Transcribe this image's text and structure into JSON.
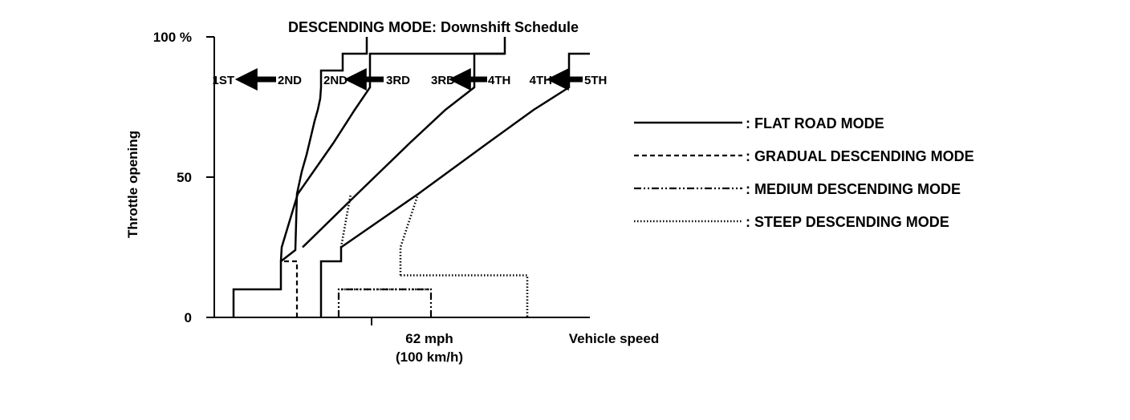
{
  "chart_data": {
    "type": "line",
    "title": "DESCENDING MODE: Downshift Schedule",
    "xlabel": "Vehicle speed",
    "ylabel": "Throttle opening",
    "ylim": [
      0,
      100
    ],
    "y_ticks": [
      {
        "value": 0,
        "label": "0"
      },
      {
        "value": 50,
        "label": "50"
      },
      {
        "value": 100,
        "label": "100 %"
      }
    ],
    "x_marker": {
      "label_line1": "62 mph",
      "label_line2": "(100 km/h)"
    },
    "gear_shift_labels": [
      {
        "from": "2ND",
        "to": "1ST"
      },
      {
        "from": "3RD",
        "to": "2ND"
      },
      {
        "from": "4TH",
        "to": "3RD"
      },
      {
        "from": "5TH",
        "to": "4TH"
      }
    ],
    "legend": {
      "position": "right",
      "entries": [
        {
          "key": "flat",
          "label": ": FLAT ROAD MODE",
          "style": "solid"
        },
        {
          "key": "gradual",
          "label": ": GRADUAL DESCENDING MODE",
          "style": "dashed"
        },
        {
          "key": "medium",
          "label": ": MEDIUM DESCENDING MODE",
          "style": "dash-dot-dot"
        },
        {
          "key": "steep",
          "label": ": STEEP DESCENDING MODE",
          "style": "dotted"
        }
      ]
    },
    "series": [
      {
        "key": "flat",
        "style": "solid",
        "curve": "2-1",
        "points": [
          [
            24,
            0
          ],
          [
            24,
            10
          ],
          [
            83,
            10
          ],
          [
            83,
            20
          ],
          [
            92,
            22
          ],
          [
            101,
            24
          ],
          [
            103,
            44
          ],
          [
            109,
            52
          ],
          [
            115,
            58
          ],
          [
            120,
            64
          ],
          [
            125,
            70
          ],
          [
            129,
            74
          ],
          [
            132,
            78
          ],
          [
            133,
            82
          ],
          [
            133,
            88
          ],
          [
            160,
            88
          ],
          [
            160,
            94
          ],
          [
            190,
            94
          ],
          [
            190,
            100
          ]
        ]
      },
      {
        "key": "flat",
        "style": "solid",
        "curve": "3-2",
        "points": [
          [
            83,
            20
          ],
          [
            84,
            25
          ],
          [
            104,
            44
          ],
          [
            148,
            62
          ],
          [
            175,
            74
          ],
          [
            194,
            82
          ],
          [
            194,
            94
          ],
          [
            362,
            94
          ],
          [
            362,
            100
          ]
        ]
      },
      {
        "key": "flat",
        "style": "solid",
        "curve": "4-3",
        "points": [
          [
            110,
            25
          ],
          [
            178,
            44
          ],
          [
            243,
            62
          ],
          [
            288,
            74
          ],
          [
            324,
            82
          ],
          [
            324,
            94
          ],
          [
            362,
            94
          ]
        ]
      },
      {
        "key": "flat",
        "style": "solid",
        "curve": "5-4",
        "points": [
          [
            133,
            0
          ],
          [
            133,
            20
          ],
          [
            158,
            20
          ],
          [
            158,
            25
          ],
          [
            254,
            44
          ],
          [
            340,
            62
          ],
          [
            398,
            74
          ],
          [
            442,
            82
          ],
          [
            442,
            94
          ],
          [
            468,
            94
          ]
        ]
      },
      {
        "key": "gradual",
        "style": "dashed",
        "curve": "5-4 low",
        "points": [
          [
            103,
            0
          ],
          [
            103,
            20
          ],
          [
            83,
            20
          ]
        ]
      },
      {
        "key": "medium",
        "style": "dash-dot-dot",
        "curve": "5-4 low",
        "points": [
          [
            155,
            0
          ],
          [
            155,
            10
          ],
          [
            270,
            10
          ],
          [
            270,
            0
          ]
        ]
      },
      {
        "key": "steep",
        "style": "dotted",
        "curve": "5-4 low",
        "points": [
          [
            158,
            25
          ],
          [
            170,
            44
          ]
        ]
      },
      {
        "key": "steep",
        "style": "dotted",
        "curve": "5-4 low 2",
        "points": [
          [
            232,
            15
          ],
          [
            232,
            25
          ],
          [
            254,
            44
          ]
        ]
      },
      {
        "key": "steep",
        "style": "dotted",
        "curve": "5-4 low 3",
        "points": [
          [
            232,
            15
          ],
          [
            390,
            15
          ],
          [
            390,
            0
          ]
        ]
      },
      {
        "key": "steep",
        "style": "dotted",
        "curve": "4-3 low",
        "points": [
          [
            158,
            10
          ],
          [
            270,
            10
          ]
        ]
      }
    ],
    "x_range": [
      0,
      468
    ],
    "x_marker_value": 196
  }
}
